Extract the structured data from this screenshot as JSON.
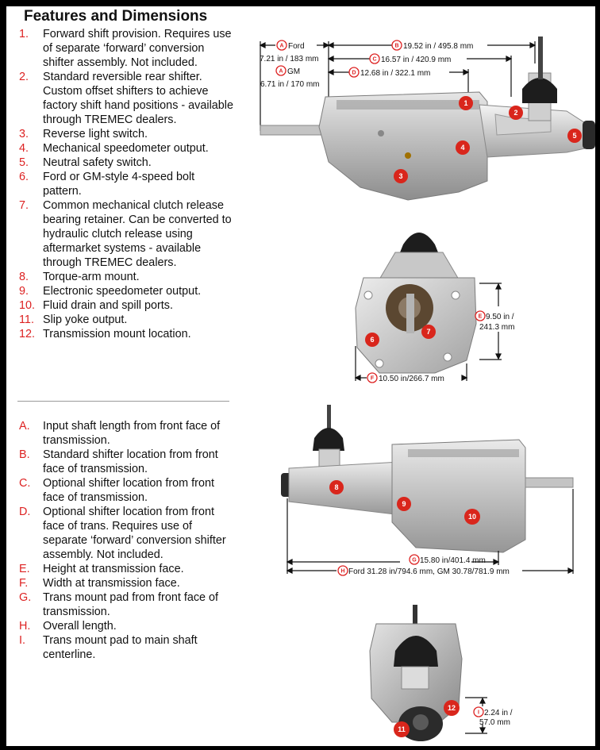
{
  "title": "Features and Dimensions",
  "features": [
    {
      "num": "1.",
      "text": "Forward shift provision. Requires use of separate ‘forward’ conversion shifter assembly. Not included."
    },
    {
      "num": "2.",
      "text": "Standard reversible rear shifter. Custom offset shifters to achieve factory shift hand positions - available through TREMEC dealers."
    },
    {
      "num": "3.",
      "text": "Reverse light switch."
    },
    {
      "num": "4.",
      "text": "Mechanical speedometer output."
    },
    {
      "num": "5.",
      "text": "Neutral safety switch."
    },
    {
      "num": "6.",
      "text": "Ford or GM-style 4-speed bolt pattern."
    },
    {
      "num": "7.",
      "text": "Common mechanical clutch release bearing retainer. Can be converted to hydraulic clutch release using aftermarket systems - available through TREMEC dealers."
    },
    {
      "num": "8.",
      "text": "Torque-arm mount."
    },
    {
      "num": "9.",
      "text": "Electronic speedometer output."
    },
    {
      "num": "10.",
      "text": "Fluid drain and spill ports."
    },
    {
      "num": "11.",
      "text": "Slip yoke output."
    },
    {
      "num": "12.",
      "text": "Transmission mount location."
    }
  ],
  "dimensions": [
    {
      "num": "A.",
      "text": "Input shaft length from front face of transmission."
    },
    {
      "num": "B.",
      "text": "Standard shifter location from front face of transmission."
    },
    {
      "num": "C.",
      "text": "Optional shifter location from front face of transmission."
    },
    {
      "num": "D.",
      "text": "Optional shifter location from front face of trans. Requires use of separate ‘forward’ conversion shifter assembly. Not included."
    },
    {
      "num": "E.",
      "text": "Height at transmission face."
    },
    {
      "num": "F.",
      "text": "Width at transmission face."
    },
    {
      "num": "G.",
      "text": "Trans mount pad from front face of transmission."
    },
    {
      "num": "H.",
      "text": "Overall length."
    },
    {
      "num": "I.",
      "text": "Trans mount pad to main shaft centerline."
    }
  ],
  "fig1": {
    "a_letter": "A",
    "b_letter": "B",
    "c_letter": "C",
    "d_letter": "D",
    "a_ford": "Ford",
    "a_ford_val": "7.21 in / 183 mm",
    "a_gm": "GM",
    "a_gm_val": "6.71 in / 170 mm",
    "b_val": "19.52 in / 495.8 mm",
    "c_val": "16.57 in / 420.9 mm",
    "d_val": "12.68 in / 322.1 mm",
    "c1": "1",
    "c2": "2",
    "c3": "3",
    "c4": "4",
    "c5": "5"
  },
  "fig2": {
    "e_letter": "E",
    "e_val1": "9.50 in /",
    "e_val2": "241.3 mm",
    "f_letter": "F",
    "f_val": "10.50 in/266.7 mm",
    "c6": "6",
    "c7": "7"
  },
  "fig3": {
    "g_letter": "G",
    "g_val": "15.80 in/401.4 mm",
    "h_letter": "H",
    "h_val": "Ford 31.28 in/794.6 mm, GM 30.78/781.9 mm",
    "c8": "8",
    "c9": "9",
    "c10": "10"
  },
  "fig4": {
    "i_letter": "I",
    "i_val1": "2.24 in /",
    "i_val2": "57.0 mm",
    "c11": "11",
    "c12": "12"
  },
  "colors": {
    "accent": "#d9261c",
    "text": "#111111",
    "rule": "#9a9a9a"
  }
}
